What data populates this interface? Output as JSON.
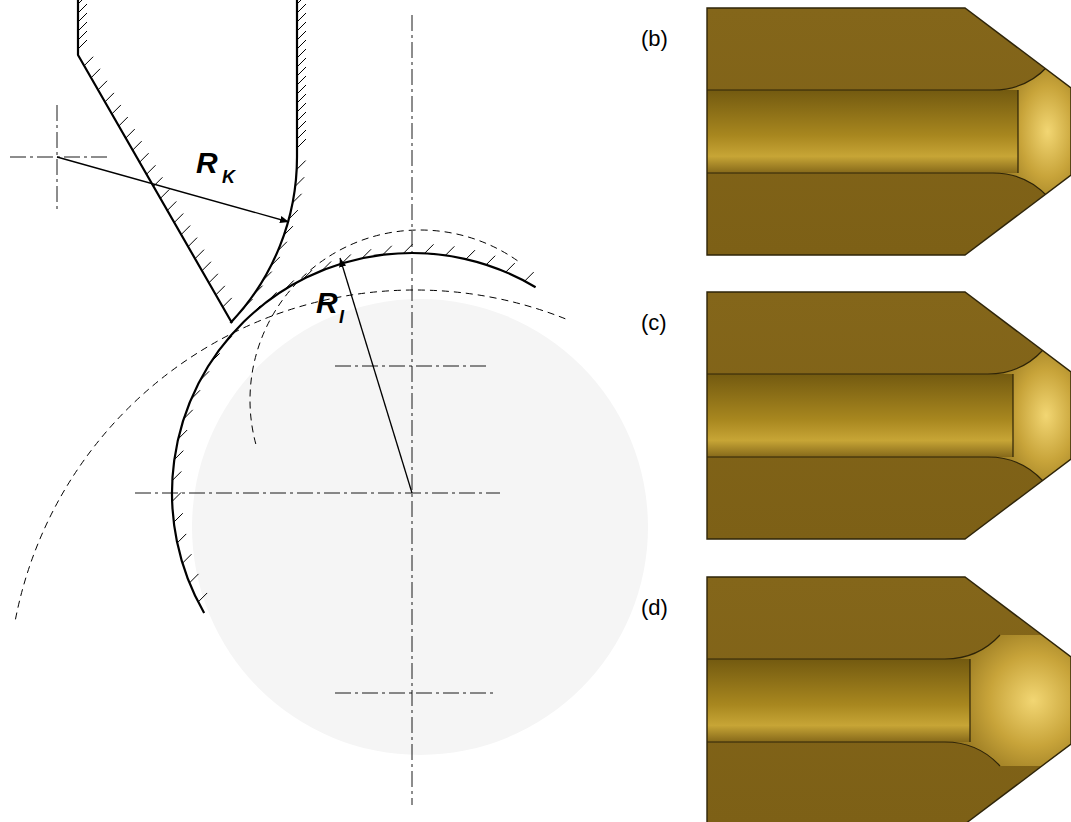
{
  "diagram": {
    "labels": [
      "R",
      "K",
      "R",
      "I",
      "(b)",
      "(c)",
      "(d)"
    ]
  }
}
